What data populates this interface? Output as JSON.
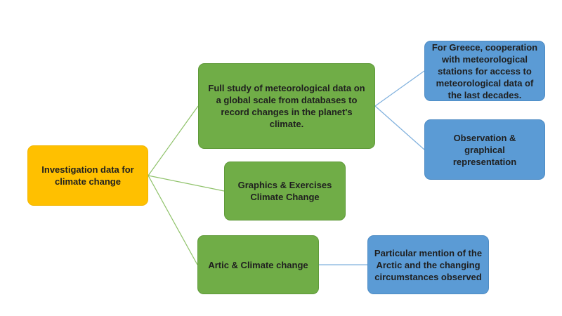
{
  "diagram": {
    "root": {
      "text": "Investigation data for climate change"
    },
    "branches": {
      "study": {
        "text": "Full study of meteorological data on a global scale from databases to record changes in the planet's climate."
      },
      "graphics": {
        "text": "Graphics & Exercises Climate Change"
      },
      "arctic": {
        "text": "Artic & Climate change"
      }
    },
    "leaves": {
      "greece": {
        "text": "For Greece, cooperation with meteorological stations for access to meteorological data of the last decades."
      },
      "observation": {
        "text": "Observation & graphical representation"
      },
      "mention": {
        "text": "Particular mention of the Arctic and the changing circumstances observed"
      }
    },
    "colors": {
      "root_fill": "#ffc000",
      "branch_fill": "#70ad47",
      "leaf_fill": "#5b9bd5",
      "green_connector": "#8fc26a",
      "blue_connector": "#7fb0dd"
    }
  }
}
